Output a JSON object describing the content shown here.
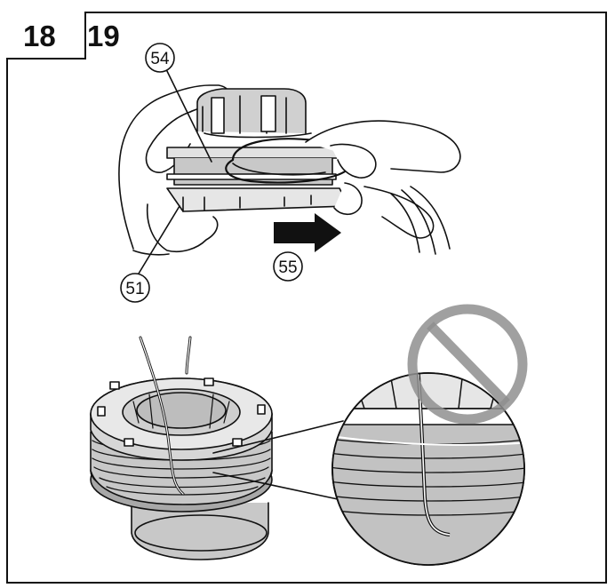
{
  "figures": {
    "first_number": "18",
    "second_number": "19"
  },
  "callouts": {
    "spool_slot": "54",
    "spool": "51",
    "direction": "55"
  },
  "icons": [
    "arrow-right-icon",
    "prohibited-icon",
    "magnifier-callout"
  ],
  "colors": {
    "ink": "#111111",
    "shade": "#c8c8c8",
    "shade_dark": "#9a9a9a",
    "prohibited": "#8f8f8f"
  }
}
